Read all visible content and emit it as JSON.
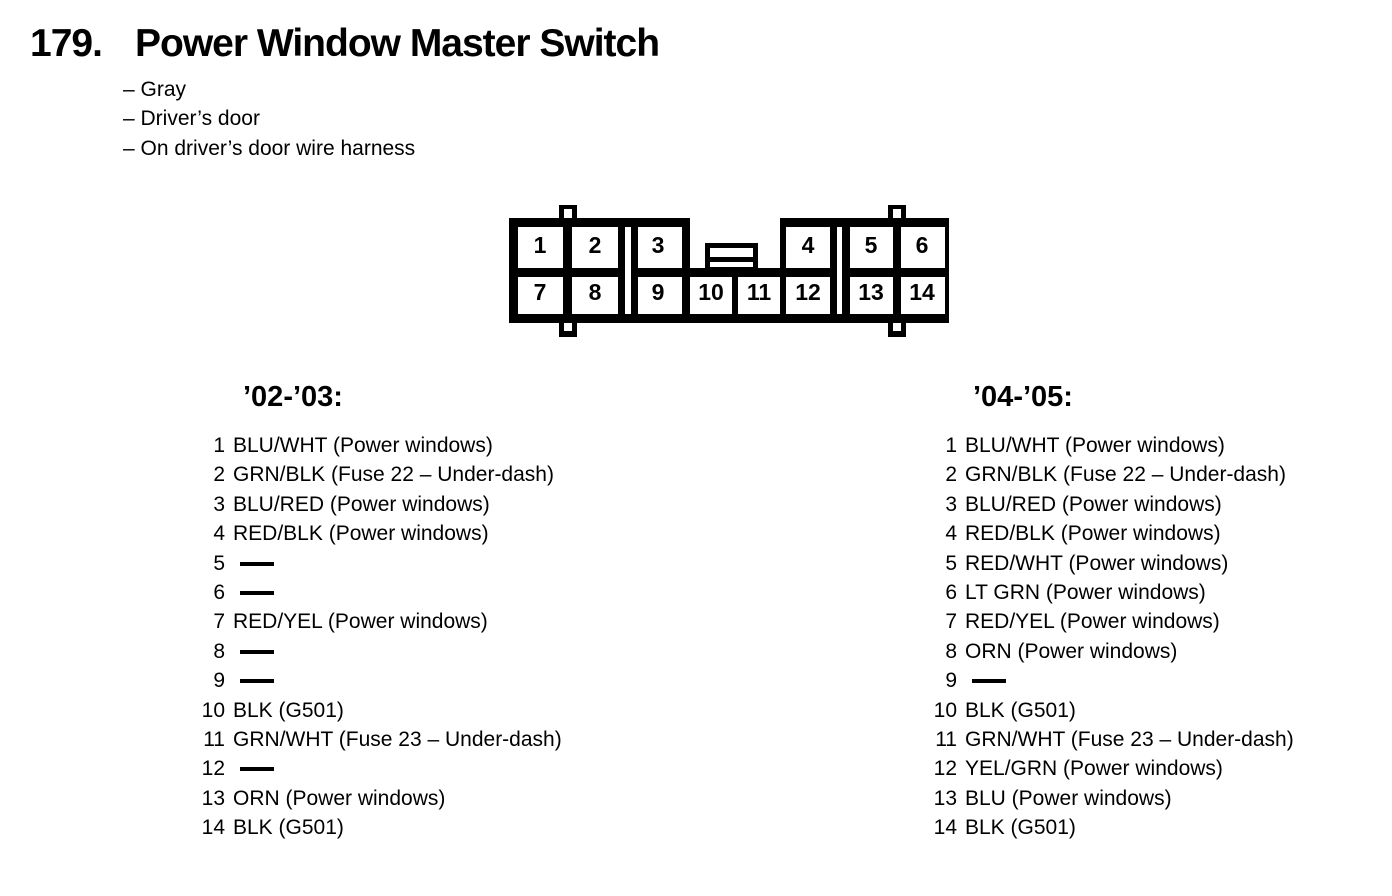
{
  "page": {
    "number": "179.",
    "title": "Power Window Master Switch",
    "bullets": [
      "– Gray",
      "– Driver’s door",
      "– On driver’s door wire harness"
    ]
  },
  "connector": {
    "description": "14-pin connector face view",
    "pins": [
      "1",
      "2",
      "3",
      "4",
      "5",
      "6",
      "7",
      "8",
      "9",
      "10",
      "11",
      "12",
      "13",
      "14"
    ]
  },
  "columns": [
    {
      "header": "’02-’03:",
      "items": [
        {
          "pin": "1",
          "label": "BLU/WHT (Power windows)"
        },
        {
          "pin": "2",
          "label": "GRN/BLK (Fuse 22 – Under-dash)"
        },
        {
          "pin": "3",
          "label": "BLU/RED (Power windows)"
        },
        {
          "pin": "4",
          "label": "RED/BLK (Power windows)"
        },
        {
          "pin": "5",
          "label": ""
        },
        {
          "pin": "6",
          "label": ""
        },
        {
          "pin": "7",
          "label": "RED/YEL (Power windows)"
        },
        {
          "pin": "8",
          "label": ""
        },
        {
          "pin": "9",
          "label": ""
        },
        {
          "pin": "10",
          "label": "BLK (G501)"
        },
        {
          "pin": "11",
          "label": "GRN/WHT (Fuse 23 – Under-dash)"
        },
        {
          "pin": "12",
          "label": ""
        },
        {
          "pin": "13",
          "label": "ORN (Power windows)"
        },
        {
          "pin": "14",
          "label": "BLK (G501)"
        }
      ]
    },
    {
      "header": "’04-’05:",
      "items": [
        {
          "pin": "1",
          "label": "BLU/WHT (Power windows)"
        },
        {
          "pin": "2",
          "label": "GRN/BLK (Fuse 22 – Under-dash)"
        },
        {
          "pin": "3",
          "label": "BLU/RED (Power windows)"
        },
        {
          "pin": "4",
          "label": "RED/BLK (Power windows)"
        },
        {
          "pin": "5",
          "label": "RED/WHT (Power windows)"
        },
        {
          "pin": "6",
          "label": "LT GRN (Power windows)"
        },
        {
          "pin": "7",
          "label": "RED/YEL (Power windows)"
        },
        {
          "pin": "8",
          "label": "ORN (Power windows)"
        },
        {
          "pin": "9",
          "label": ""
        },
        {
          "pin": "10",
          "label": "BLK (G501)"
        },
        {
          "pin": "11",
          "label": "GRN/WHT (Fuse 23 – Under-dash)"
        },
        {
          "pin": "12",
          "label": "YEL/GRN (Power windows)"
        },
        {
          "pin": "13",
          "label": "BLU (Power windows)"
        },
        {
          "pin": "14",
          "label": "BLK (G501)"
        }
      ]
    }
  ],
  "colors": {
    "ink": "#000000",
    "background": "#ffffff"
  }
}
